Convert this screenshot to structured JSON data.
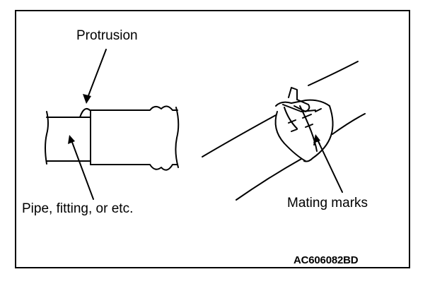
{
  "labels": {
    "protrusion": "Protrusion",
    "pipe": "Pipe, fitting, or etc.",
    "mating_marks": "Mating marks",
    "figure_code": "AC606082BD"
  },
  "colors": {
    "line": "#000000",
    "background": "#ffffff"
  }
}
